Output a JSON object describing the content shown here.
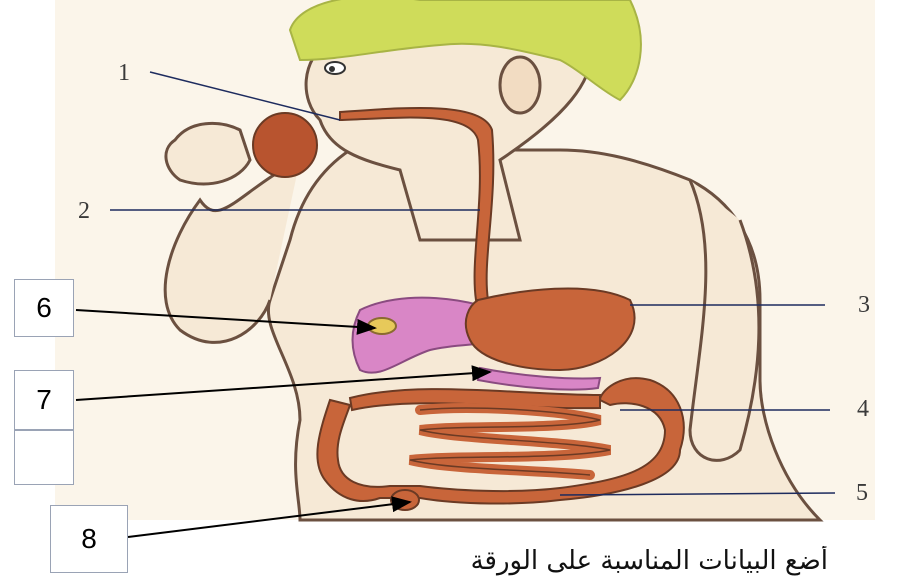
{
  "diagram": {
    "printed_numbers": [
      "1",
      "2",
      "3",
      "4",
      "5"
    ],
    "boxes": [
      {
        "id": "box-6",
        "text": "6"
      },
      {
        "id": "box-7",
        "text": "7"
      },
      {
        "id": "box-blank",
        "text": ""
      },
      {
        "id": "box-8",
        "text": "8"
      }
    ],
    "caption": "أضع البيانات المناسبة على الورقة"
  },
  "colors": {
    "hair": "#cfdc5a",
    "skin": "#f6e9d6",
    "outline": "#6b5040",
    "digestive_tract": "#c8653a",
    "liver": "#d986c6",
    "pointer_line": "#000000"
  }
}
